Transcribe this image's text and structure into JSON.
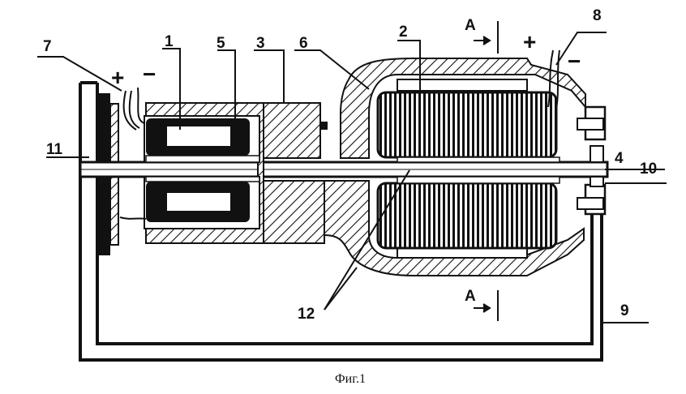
{
  "figure": {
    "caption": "Фиг.1",
    "section_mark": "А",
    "labels": {
      "l1": "1",
      "l2": "2",
      "l3": "3",
      "l4": "4",
      "l5": "5",
      "l6": "6",
      "l7": "7",
      "l8": "8",
      "l9": "9",
      "l10": "10",
      "l11": "11",
      "l12": "12"
    },
    "polarity": {
      "left_plus": "+",
      "left_minus": "−",
      "right_plus": "+",
      "right_minus": "−"
    }
  }
}
